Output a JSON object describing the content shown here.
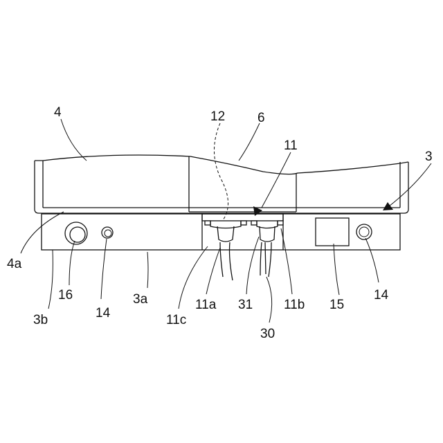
{
  "labels": {
    "l4": "4",
    "l12": "12",
    "l6": "6",
    "l11": "11",
    "l3": "3",
    "l4a": "4a",
    "l16": "16",
    "l14_left": "14",
    "l3a": "3a",
    "l3b": "3b",
    "l11c": "11c",
    "l11a": "11a",
    "l31": "31",
    "l11b": "11b",
    "l15": "15",
    "l14_right": "14",
    "l30": "30"
  }
}
